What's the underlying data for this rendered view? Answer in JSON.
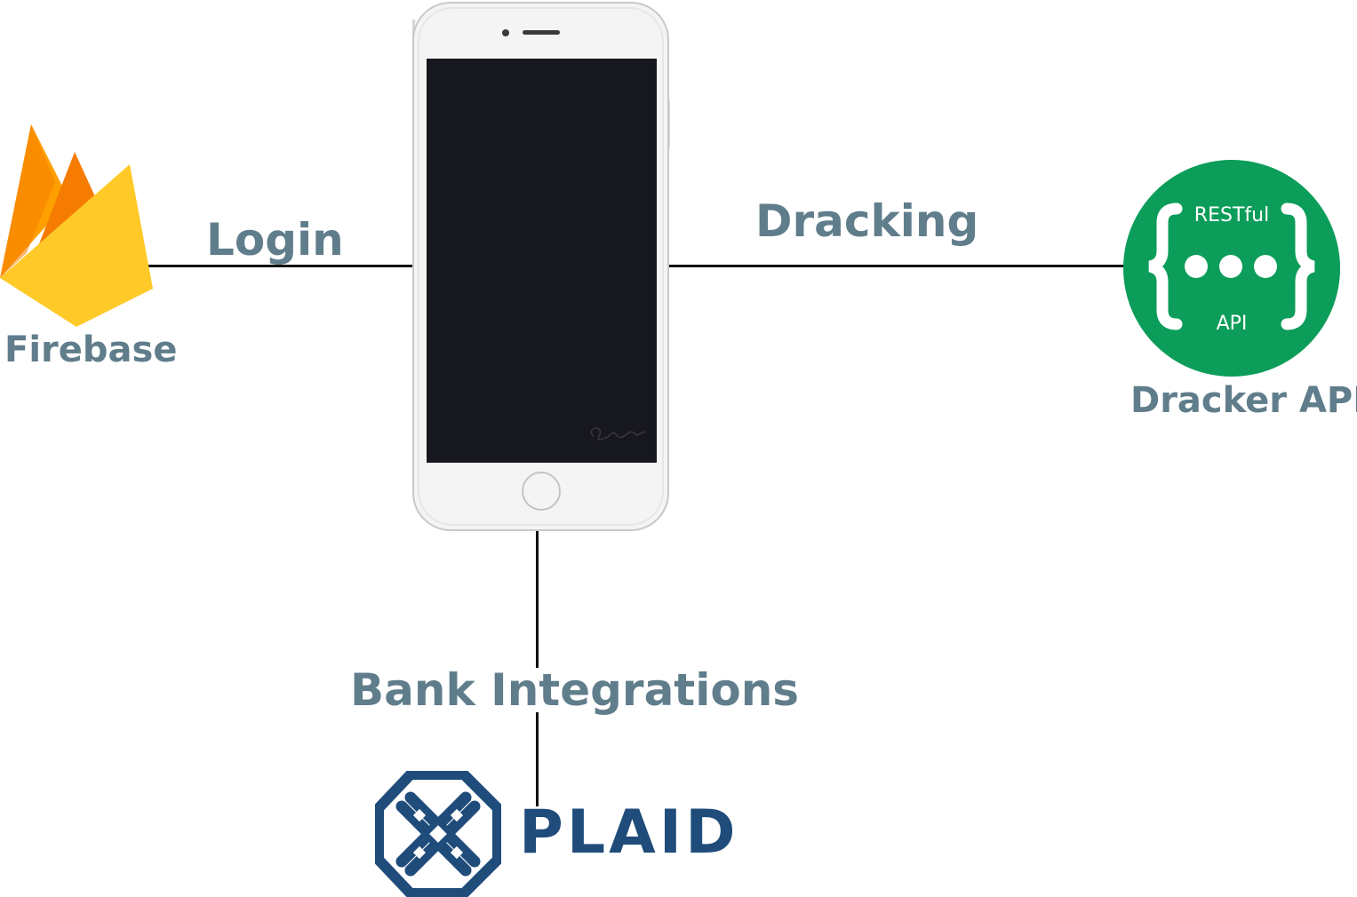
{
  "colors": {
    "label": "#607D8B",
    "line": "#111111",
    "api_green": "#0B9D59",
    "plaid_blue": "#1F4C7A",
    "firebase_yellow": "#FFCA28",
    "firebase_orange": "#FFA000",
    "firebase_deep_orange": "#F57C00",
    "phone_body": "#F4F4F4",
    "phone_screen": "#171720"
  },
  "nodes": {
    "firebase": {
      "label": "Firebase",
      "icon": "firebase-flame-icon"
    },
    "api": {
      "label": "Dracker API",
      "badge_top": "RESTful",
      "badge_bottom": "API",
      "icon": "restful-api-icon"
    },
    "plaid": {
      "wordmark": "PLAID",
      "icon": "plaid-logo-icon"
    },
    "phone": {
      "icon": "smartphone-icon"
    }
  },
  "edges": {
    "login": "Login",
    "tracking": "Dracking",
    "bank": "Bank Integrations"
  }
}
